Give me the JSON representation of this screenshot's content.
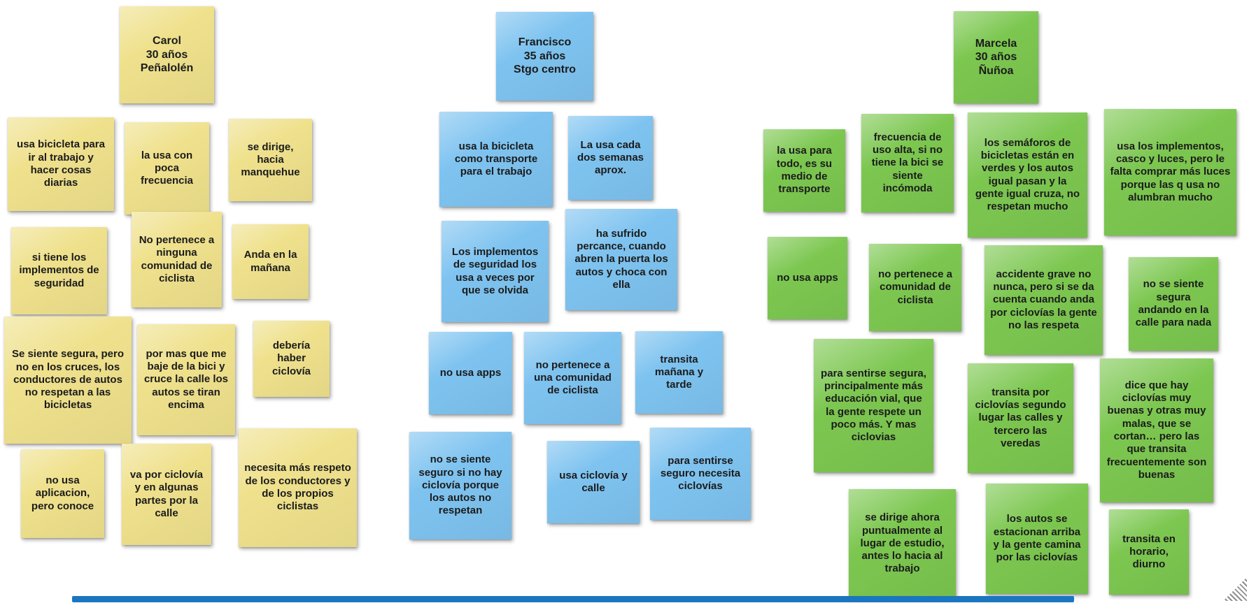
{
  "colors": {
    "yellow": "#efe18c",
    "blue": "#7ec3f0",
    "green": "#7cc750",
    "bottom_bar": "#1b76c0"
  },
  "groups": [
    {
      "persona": "Carol",
      "color": "#efe18c",
      "header": "Carol\n30 años\nPeñalolén",
      "notes": [
        "usa bicicleta para ir al trabajo y hacer cosas diarias",
        "la usa con poca frecuencia",
        "se dirige, hacia manquehue",
        "si tiene los implementos de seguridad",
        "No pertenece a ninguna comunidad de ciclista",
        "Anda en la mañana",
        "Se siente segura, pero no en los cruces, los conductores de autos no respetan a las bicicletas",
        "por mas que me baje de la bici y cruce la calle los autos se tiran encima",
        "debería haber ciclovía",
        "no usa aplicacion, pero conoce",
        "va por ciclovía y en algunas partes por la calle",
        "necesita más respeto de los conductores y de los propios ciclistas"
      ]
    },
    {
      "persona": "Francisco",
      "color": "#7ec3f0",
      "header": "Francisco\n35 años\nStgo centro",
      "notes": [
        "usa la bicicleta como transporte para el trabajo",
        "La usa cada dos semanas aprox.",
        "Los implementos de seguridad los usa a veces por que se olvida",
        "ha sufrido percance, cuando abren la puerta los autos y choca con ella",
        "no usa apps",
        "no pertenece a una comunidad de ciclista",
        "transita mañana y tarde",
        "no se siente seguro si no hay ciclovía porque los autos no respetan",
        "usa ciclovía y calle",
        "para sentirse seguro necesita ciclovías"
      ]
    },
    {
      "persona": "Marcela",
      "color": "#7cc750",
      "header": "Marcela\n30 años\nÑuñoa",
      "notes": [
        "la usa para todo, es su medio de transporte",
        "frecuencia de uso alta, si no tiene la bici se siente incómoda",
        "los semáforos de bicicletas están en verdes y los autos igual pasan y la gente igual cruza, no respetan mucho",
        "usa los implementos, casco y luces, pero le falta comprar más luces porque las q usa no alumbran mucho",
        "no usa apps",
        "no pertenece a comunidad de ciclista",
        "accidente grave no nunca, pero si se da cuenta cuando anda por ciclovías la gente no las respeta",
        "no se siente segura andando en la calle para nada",
        "para sentirse segura, principalmente más educación vial, que la gente respete un poco más. Y mas ciclovias",
        "transita por ciclovías segundo lugar las calles y tercero las veredas",
        "dice que hay ciclovías muy buenas y otras muy malas, que se cortan… pero las que transita frecuentemente son buenas",
        "se dirige ahora puntualmente al lugar de estudio, antes lo hacia al trabajo",
        "los autos se estacionan arriba y la gente camina por las ciclovías",
        "transita en horario, diurno"
      ]
    }
  ]
}
